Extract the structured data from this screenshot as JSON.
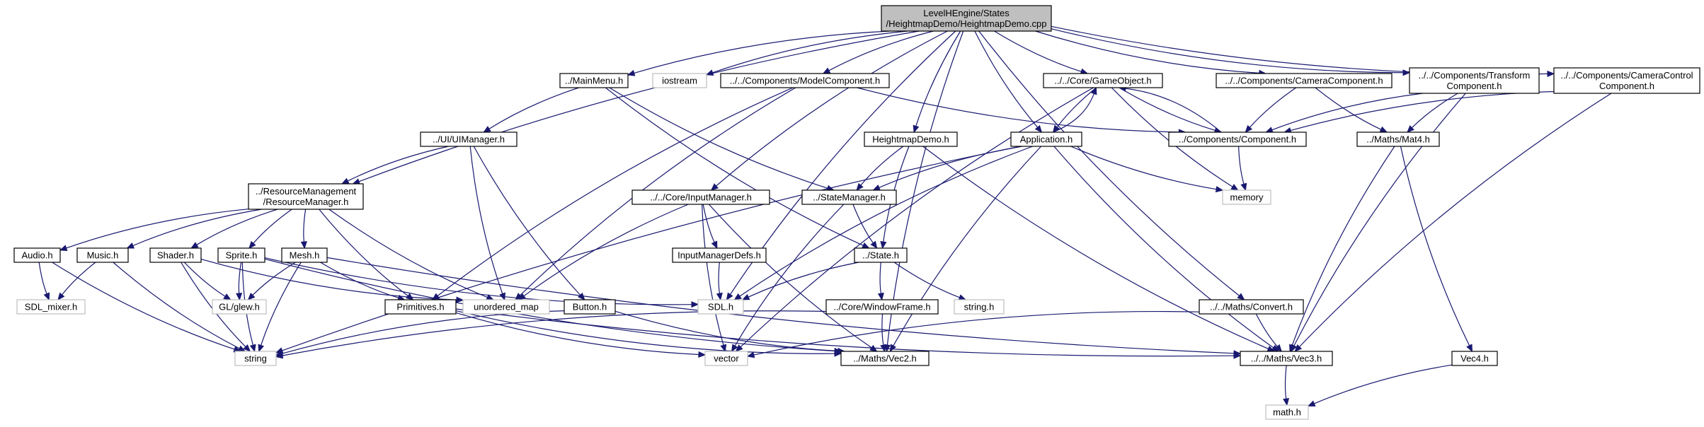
{
  "diagram": {
    "title": "LevelHEngine/States/HeightmapDemo/HeightmapDemo.cpp",
    "colors": {
      "edge": "#191970",
      "root_fill": "#bfbfbf",
      "system_border": "#bfbfbf",
      "box_border": "#000000"
    },
    "nodes": [
      {
        "id": "root",
        "lines": [
          "LevelHEngine/States",
          "/HeightmapDemo/HeightmapDemo.cpp"
        ],
        "kind": "root"
      },
      {
        "id": "mainmenu",
        "lines": [
          "../MainMenu.h"
        ],
        "kind": "file"
      },
      {
        "id": "iostream",
        "lines": [
          "iostream"
        ],
        "kind": "system"
      },
      {
        "id": "modelcomp",
        "lines": [
          "../../Components/ModelComponent.h"
        ],
        "kind": "file"
      },
      {
        "id": "gameobject",
        "lines": [
          "../../Core/GameObject.h"
        ],
        "kind": "file"
      },
      {
        "id": "cameracomp",
        "lines": [
          "../../Components/CameraComponent.h"
        ],
        "kind": "file"
      },
      {
        "id": "transformcomp",
        "lines": [
          "../../Components/Transform",
          "Component.h"
        ],
        "kind": "file"
      },
      {
        "id": "cameracontrol",
        "lines": [
          "../../Components/CameraControl",
          "Component.h"
        ],
        "kind": "file"
      },
      {
        "id": "uimanager",
        "lines": [
          "../UI/UIManager.h"
        ],
        "kind": "file"
      },
      {
        "id": "heightmapdemo",
        "lines": [
          "HeightmapDemo.h"
        ],
        "kind": "file"
      },
      {
        "id": "application",
        "lines": [
          "Application.h"
        ],
        "kind": "file"
      },
      {
        "id": "component",
        "lines": [
          "../Components/Component.h"
        ],
        "kind": "file"
      },
      {
        "id": "mat4",
        "lines": [
          "../Maths/Mat4.h"
        ],
        "kind": "file"
      },
      {
        "id": "resmgr",
        "lines": [
          "../ResourceManagement",
          "/ResourceManager.h"
        ],
        "kind": "file"
      },
      {
        "id": "inputmgr",
        "lines": [
          "../../Core/InputManager.h"
        ],
        "kind": "file"
      },
      {
        "id": "statemgr",
        "lines": [
          "../StateManager.h"
        ],
        "kind": "file"
      },
      {
        "id": "memory",
        "lines": [
          "memory"
        ],
        "kind": "system"
      },
      {
        "id": "audio",
        "lines": [
          "Audio.h"
        ],
        "kind": "file"
      },
      {
        "id": "music",
        "lines": [
          "Music.h"
        ],
        "kind": "file"
      },
      {
        "id": "shader",
        "lines": [
          "Shader.h"
        ],
        "kind": "file"
      },
      {
        "id": "sprite",
        "lines": [
          "Sprite.h"
        ],
        "kind": "file"
      },
      {
        "id": "mesh",
        "lines": [
          "Mesh.h"
        ],
        "kind": "file"
      },
      {
        "id": "inputdefs",
        "lines": [
          "InputManagerDefs.h"
        ],
        "kind": "file"
      },
      {
        "id": "state",
        "lines": [
          "../State.h"
        ],
        "kind": "file"
      },
      {
        "id": "sdlmixer",
        "lines": [
          "SDL_mixer.h"
        ],
        "kind": "system"
      },
      {
        "id": "glew",
        "lines": [
          "GL/glew.h"
        ],
        "kind": "system"
      },
      {
        "id": "unorderedmap",
        "lines": [
          "unordered_map"
        ],
        "kind": "system"
      },
      {
        "id": "primitives",
        "lines": [
          "Primitives.h"
        ],
        "kind": "file"
      },
      {
        "id": "button",
        "lines": [
          "Button.h"
        ],
        "kind": "file"
      },
      {
        "id": "sdl",
        "lines": [
          "SDL.h"
        ],
        "kind": "system"
      },
      {
        "id": "windowframe",
        "lines": [
          "../Core/WindowFrame.h"
        ],
        "kind": "file"
      },
      {
        "id": "stringh",
        "lines": [
          "string.h"
        ],
        "kind": "system"
      },
      {
        "id": "convert",
        "lines": [
          "../../Maths/Convert.h"
        ],
        "kind": "file"
      },
      {
        "id": "string",
        "lines": [
          "string"
        ],
        "kind": "system"
      },
      {
        "id": "vector",
        "lines": [
          "vector"
        ],
        "kind": "system"
      },
      {
        "id": "vec2",
        "lines": [
          "../Maths/Vec2.h"
        ],
        "kind": "file"
      },
      {
        "id": "vec3",
        "lines": [
          "../../Maths/Vec3.h"
        ],
        "kind": "file"
      },
      {
        "id": "vec4",
        "lines": [
          "Vec4.h"
        ],
        "kind": "file"
      },
      {
        "id": "math",
        "lines": [
          "math.h"
        ],
        "kind": "system"
      }
    ],
    "edges": [
      [
        "root",
        "mainmenu"
      ],
      [
        "root",
        "iostream"
      ],
      [
        "root",
        "modelcomp"
      ],
      [
        "root",
        "gameobject"
      ],
      [
        "root",
        "cameracomp"
      ],
      [
        "root",
        "transformcomp"
      ],
      [
        "root",
        "cameracontrol"
      ],
      [
        "root",
        "resmgr"
      ],
      [
        "root",
        "sdl"
      ],
      [
        "root",
        "inputmgr"
      ],
      [
        "root",
        "heightmapdemo"
      ],
      [
        "root",
        "application"
      ],
      [
        "root",
        "vec2"
      ],
      [
        "root",
        "convert"
      ],
      [
        "mainmenu",
        "uimanager"
      ],
      [
        "mainmenu",
        "statemgr"
      ],
      [
        "mainmenu",
        "state"
      ],
      [
        "modelcomp",
        "component"
      ],
      [
        "modelcomp",
        "primitives"
      ],
      [
        "modelcomp",
        "unorderedmap"
      ],
      [
        "gameobject",
        "application"
      ],
      [
        "application",
        "gameobject"
      ],
      [
        "gameobject",
        "component"
      ],
      [
        "gameobject",
        "memory"
      ],
      [
        "gameobject",
        "vector"
      ],
      [
        "cameracomp",
        "component"
      ],
      [
        "cameracomp",
        "mat4"
      ],
      [
        "transformcomp",
        "component"
      ],
      [
        "transformcomp",
        "mat4"
      ],
      [
        "transformcomp",
        "vec3"
      ],
      [
        "cameracontrol",
        "component"
      ],
      [
        "cameracontrol",
        "vec3"
      ],
      [
        "component",
        "gameobject"
      ],
      [
        "component",
        "memory"
      ],
      [
        "mat4",
        "vec3"
      ],
      [
        "mat4",
        "vec4"
      ],
      [
        "uimanager",
        "resmgr"
      ],
      [
        "uimanager",
        "unorderedmap"
      ],
      [
        "uimanager",
        "button"
      ],
      [
        "heightmapdemo",
        "statemgr"
      ],
      [
        "heightmapdemo",
        "state"
      ],
      [
        "heightmapdemo",
        "vec3"
      ],
      [
        "application",
        "statemgr"
      ],
      [
        "application",
        "memory"
      ],
      [
        "application",
        "sdl"
      ],
      [
        "application",
        "string"
      ],
      [
        "application",
        "vec2"
      ],
      [
        "application",
        "vec3"
      ],
      [
        "resmgr",
        "audio"
      ],
      [
        "resmgr",
        "music"
      ],
      [
        "resmgr",
        "shader"
      ],
      [
        "resmgr",
        "sprite"
      ],
      [
        "resmgr",
        "mesh"
      ],
      [
        "resmgr",
        "primitives"
      ],
      [
        "resmgr",
        "unorderedmap"
      ],
      [
        "inputmgr",
        "inputdefs"
      ],
      [
        "inputmgr",
        "unorderedmap"
      ],
      [
        "inputmgr",
        "vector"
      ],
      [
        "inputmgr",
        "vec2"
      ],
      [
        "statemgr",
        "state"
      ],
      [
        "statemgr",
        "vector"
      ],
      [
        "audio",
        "sdlmixer"
      ],
      [
        "audio",
        "string"
      ],
      [
        "music",
        "sdlmixer"
      ],
      [
        "music",
        "string"
      ],
      [
        "shader",
        "glew"
      ],
      [
        "shader",
        "string"
      ],
      [
        "shader",
        "unorderedmap"
      ],
      [
        "sprite",
        "glew"
      ],
      [
        "sprite",
        "string"
      ],
      [
        "sprite",
        "sdl"
      ],
      [
        "sprite",
        "vec2"
      ],
      [
        "mesh",
        "glew"
      ],
      [
        "mesh",
        "string"
      ],
      [
        "mesh",
        "primitives"
      ],
      [
        "mesh",
        "vec3"
      ],
      [
        "inputdefs",
        "sdl"
      ],
      [
        "state",
        "sdl"
      ],
      [
        "state",
        "stringh"
      ],
      [
        "state",
        "windowframe"
      ],
      [
        "primitives",
        "vector"
      ],
      [
        "primitives",
        "vec2"
      ],
      [
        "primitives",
        "vec3"
      ],
      [
        "button",
        "string"
      ],
      [
        "button",
        "vec2"
      ],
      [
        "windowframe",
        "string"
      ],
      [
        "windowframe",
        "vec2"
      ],
      [
        "convert",
        "vector"
      ],
      [
        "convert",
        "vec3"
      ],
      [
        "vec3",
        "math"
      ],
      [
        "vec4",
        "math"
      ]
    ]
  }
}
